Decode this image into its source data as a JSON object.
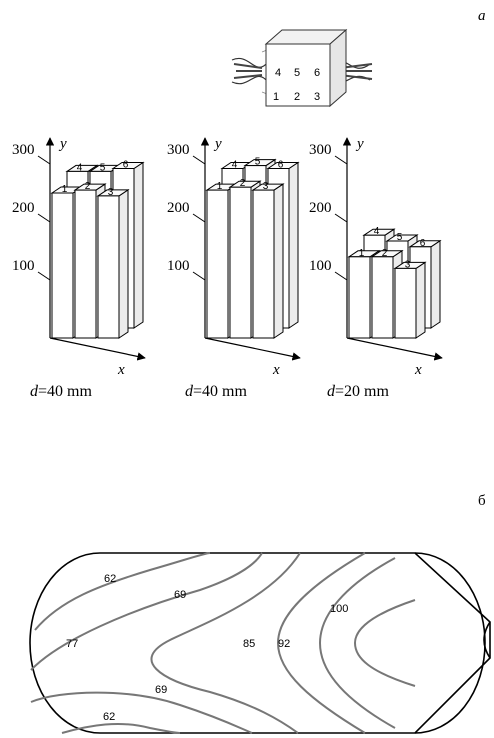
{
  "panel_a": {
    "label": "a",
    "inset": {
      "cells_top": [
        "4",
        "5",
        "6"
      ],
      "cells_bottom": [
        "1",
        "2",
        "3"
      ]
    },
    "axis_ticks": [
      "300",
      "200",
      "100"
    ],
    "axis_y": "y",
    "axis_x": "x",
    "columns": [
      "1",
      "2",
      "3",
      "4",
      "5",
      "6"
    ],
    "groups": [
      {
        "caption_var": "d",
        "caption_eq": "=40 mm",
        "heights": {
          "1": 250,
          "2": 255,
          "3": 245,
          "4": 270,
          "5": 270,
          "6": 275
        }
      },
      {
        "caption_var": "d",
        "caption_eq": "=40 mm",
        "heights": {
          "1": 255,
          "2": 260,
          "3": 255,
          "4": 275,
          "5": 280,
          "6": 275
        }
      },
      {
        "caption_var": "d",
        "caption_eq": "=20 mm",
        "heights": {
          "1": 140,
          "2": 140,
          "3": 120,
          "4": 160,
          "5": 150,
          "6": 140
        }
      }
    ]
  },
  "panel_b": {
    "label": "б",
    "contour_labels": [
      "62",
      "69",
      "77",
      "85",
      "92",
      "100",
      "69",
      "62"
    ]
  }
}
